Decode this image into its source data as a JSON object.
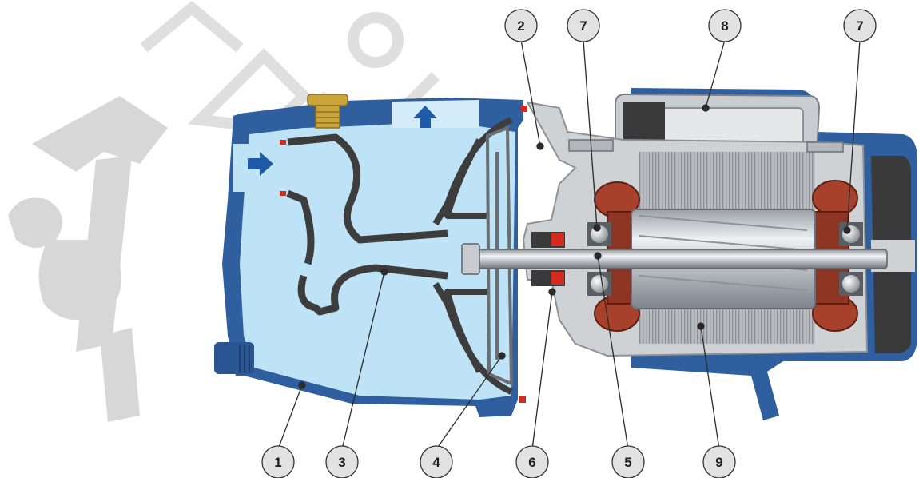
{
  "diagram": {
    "subject": "pump-cutaway",
    "colors": {
      "housing_blue": "#2f5f9e",
      "water_light": "#bfe3f6",
      "metal_gray": "#c9ccd0",
      "dark_part": "#3d3d3d",
      "copper": "#a8412c",
      "brass": "#c9a43a",
      "seal_red": "#d32b1e",
      "arrow_blue": "#1e5aa8",
      "callout_fill": "#e2e2e2",
      "watermark": "#d0d0d0"
    },
    "callouts": [
      {
        "id": "c1",
        "label": "1"
      },
      {
        "id": "c2",
        "label": "2"
      },
      {
        "id": "c3",
        "label": "3"
      },
      {
        "id": "c4",
        "label": "4"
      },
      {
        "id": "c5",
        "label": "5"
      },
      {
        "id": "c6",
        "label": "6"
      },
      {
        "id": "c7a",
        "label": "7"
      },
      {
        "id": "c7b",
        "label": "7"
      },
      {
        "id": "c8",
        "label": "8"
      },
      {
        "id": "c9",
        "label": "9"
      }
    ],
    "flow_arrows": [
      {
        "id": "inlet",
        "direction": "right"
      },
      {
        "id": "outlet",
        "direction": "up"
      }
    ]
  }
}
